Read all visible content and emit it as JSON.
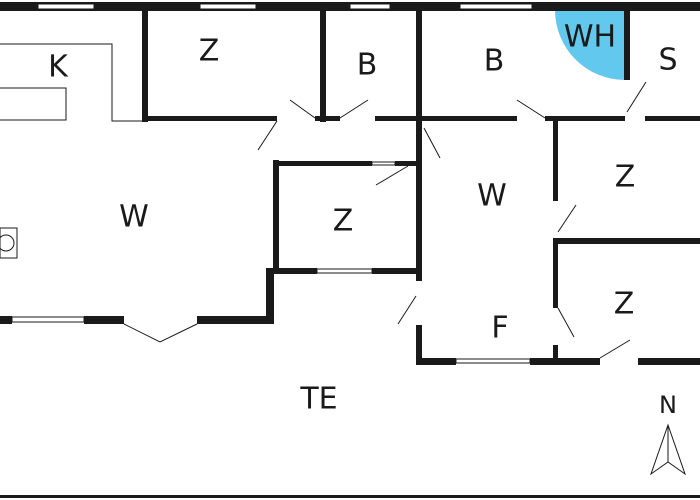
{
  "colors": {
    "wall": "#1a1a1a",
    "water_heater": "#63c8ee"
  },
  "rooms": [
    {
      "id": "kitchen",
      "label": "K"
    },
    {
      "id": "living",
      "label": "W"
    },
    {
      "id": "room-top-1",
      "label": "Z"
    },
    {
      "id": "bath-1",
      "label": "B"
    },
    {
      "id": "bath-2",
      "label": "B"
    },
    {
      "id": "water-heater",
      "label": "WH"
    },
    {
      "id": "storage",
      "label": "S"
    },
    {
      "id": "room-middle",
      "label": "Z"
    },
    {
      "id": "hall",
      "label": "W"
    },
    {
      "id": "room-right-1",
      "label": "Z"
    },
    {
      "id": "room-right-2",
      "label": "Z"
    },
    {
      "id": "hall-f",
      "label": "F"
    },
    {
      "id": "terrace",
      "label": "TE"
    }
  ],
  "compass": {
    "label": "N"
  }
}
